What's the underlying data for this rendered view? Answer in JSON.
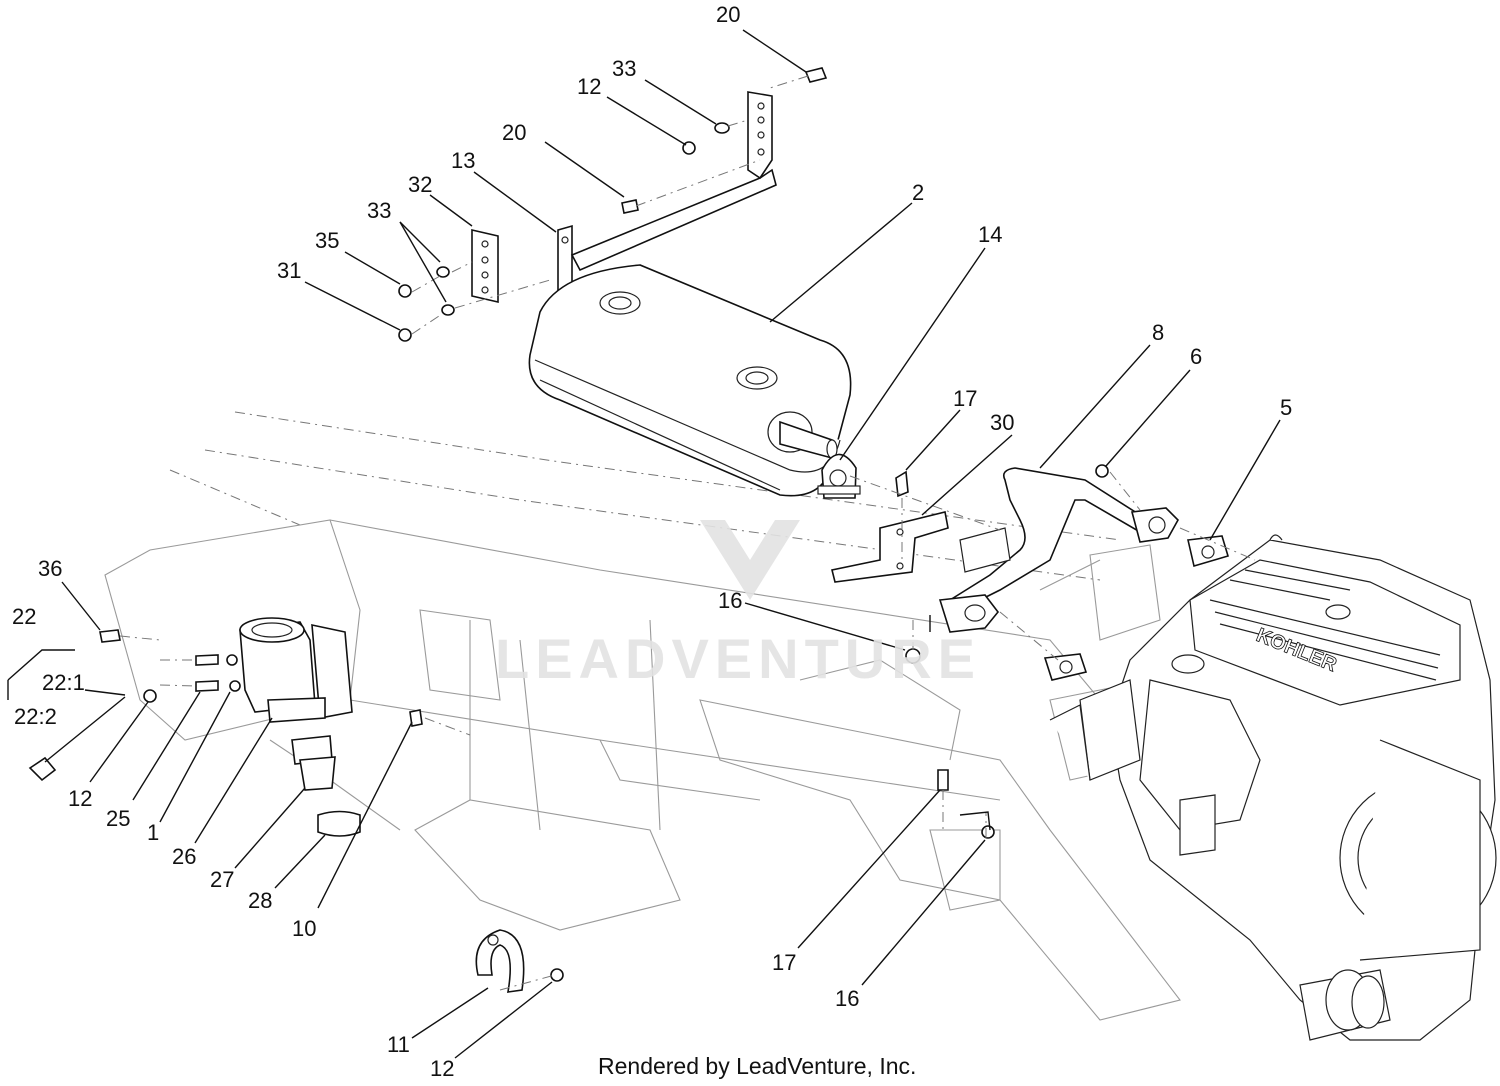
{
  "diagram": {
    "callouts": [
      {
        "id": "c20a",
        "text": "20"
      },
      {
        "id": "c33a",
        "text": "33"
      },
      {
        "id": "c12a",
        "text": "12"
      },
      {
        "id": "c20b",
        "text": "20"
      },
      {
        "id": "c13",
        "text": "13"
      },
      {
        "id": "c32",
        "text": "32"
      },
      {
        "id": "c33b",
        "text": "33"
      },
      {
        "id": "c35",
        "text": "35"
      },
      {
        "id": "c31",
        "text": "31"
      },
      {
        "id": "c2",
        "text": "2"
      },
      {
        "id": "c14",
        "text": "14"
      },
      {
        "id": "c8",
        "text": "8"
      },
      {
        "id": "c6",
        "text": "6"
      },
      {
        "id": "c17a",
        "text": "17"
      },
      {
        "id": "c30",
        "text": "30"
      },
      {
        "id": "c5",
        "text": "5"
      },
      {
        "id": "c16a",
        "text": "16"
      },
      {
        "id": "c36",
        "text": "36"
      },
      {
        "id": "c22",
        "text": "22"
      },
      {
        "id": "c22_1",
        "text": "22:1"
      },
      {
        "id": "c22_2",
        "text": "22:2"
      },
      {
        "id": "c12b",
        "text": "12"
      },
      {
        "id": "c25",
        "text": "25"
      },
      {
        "id": "c1",
        "text": "1"
      },
      {
        "id": "c26",
        "text": "26"
      },
      {
        "id": "c27",
        "text": "27"
      },
      {
        "id": "c28",
        "text": "28"
      },
      {
        "id": "c10",
        "text": "10"
      },
      {
        "id": "c17b",
        "text": "17"
      },
      {
        "id": "c16b",
        "text": "16"
      },
      {
        "id": "c11",
        "text": "11"
      },
      {
        "id": "c12c",
        "text": "12"
      }
    ],
    "engine_brand": "KOHLER",
    "watermark": "LEADVENTURE",
    "footer": "Rendered by LeadVenture, Inc."
  }
}
